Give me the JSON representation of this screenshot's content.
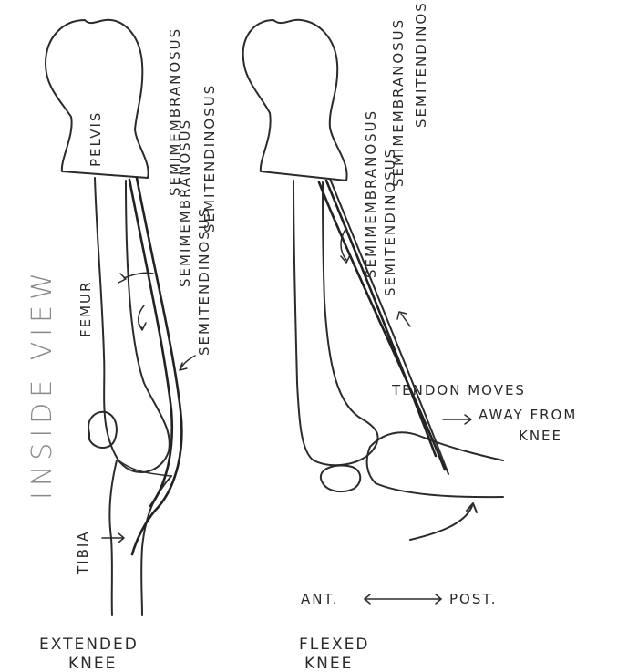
{
  "side_title": "INSIDE VIEW",
  "left": {
    "pelvis": "PELVIS",
    "muscle_1": "SEMIMEMBRANOSUS",
    "muscle_2": "SEMITENDINOSUS",
    "femur": "FEMUR",
    "lower_muscle_1": "SEMIMEMBRANOSUS",
    "lower_muscle_2": "SEMITENDINOSUS",
    "tibia": "TIBIA",
    "caption_line1": "EXTENDED",
    "caption_line2": "KNEE"
  },
  "right": {
    "upper_muscle_1": "SEMIMEMBRANOSUS",
    "upper_muscle_2": "SEMITENDINOSUS",
    "lower_muscle_1": "SEMIMEMBRANOSUS",
    "lower_muscle_2": "SEMITENDINOSUS",
    "note_line1": "TENDON MOVES",
    "note_line2": "AWAY FROM",
    "note_line3": "KNEE",
    "ant": "ANT.",
    "post": "POST.",
    "caption_line1": "FLEXED",
    "caption_line2": "KNEE"
  }
}
